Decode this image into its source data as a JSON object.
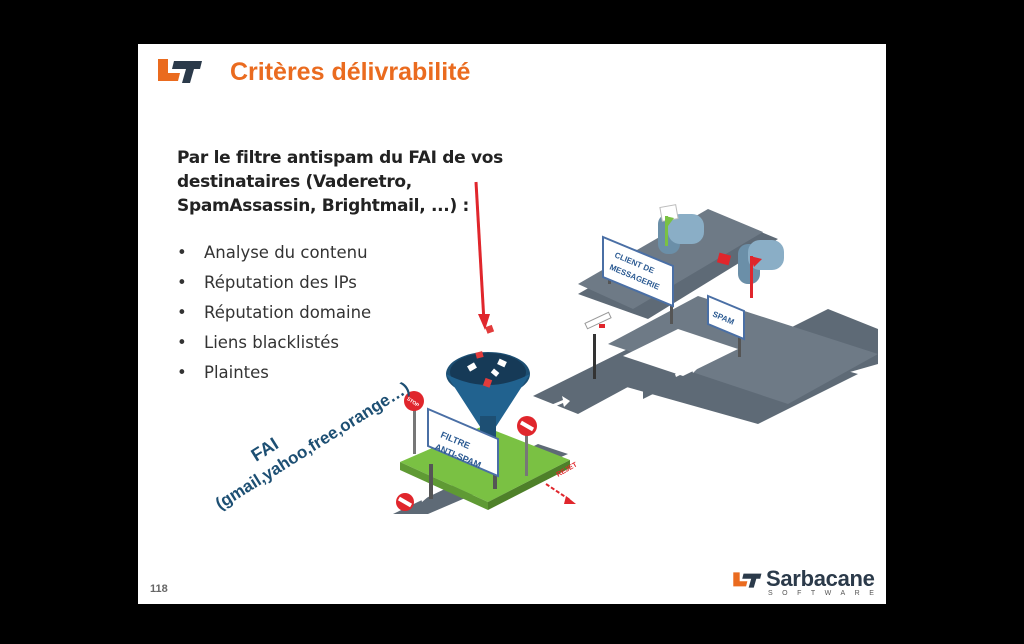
{
  "slide": {
    "title": "Critères délivrabilité",
    "intro": "Par le filtre antispam du FAI de vos destinataires (Vaderetro, SpamAssassin, Brightmail, ...) :",
    "bullets": [
      "Analyse du contenu",
      "Réputation des IPs",
      "Réputation domaine",
      "Liens blacklistés",
      "Plaintes"
    ],
    "page_number": "118"
  },
  "illustration": {
    "fai_label_1": "FAI",
    "fai_label_2": "(gmail,yahoo,free,orange…)",
    "filter_sign_1": "FILTRE",
    "filter_sign_2": "ANTI-SPAM",
    "client_sign_1": "CLIENT DE",
    "client_sign_2": "MESSAGERIE",
    "spam_sign": "SPAM",
    "rejet_label": "REJET",
    "stop_label": "STOP"
  },
  "brand": {
    "name": "Sarbacane",
    "tagline": "SOFTWARE",
    "accent_color": "#ea6b1f",
    "dark_color": "#2b3a4a"
  }
}
